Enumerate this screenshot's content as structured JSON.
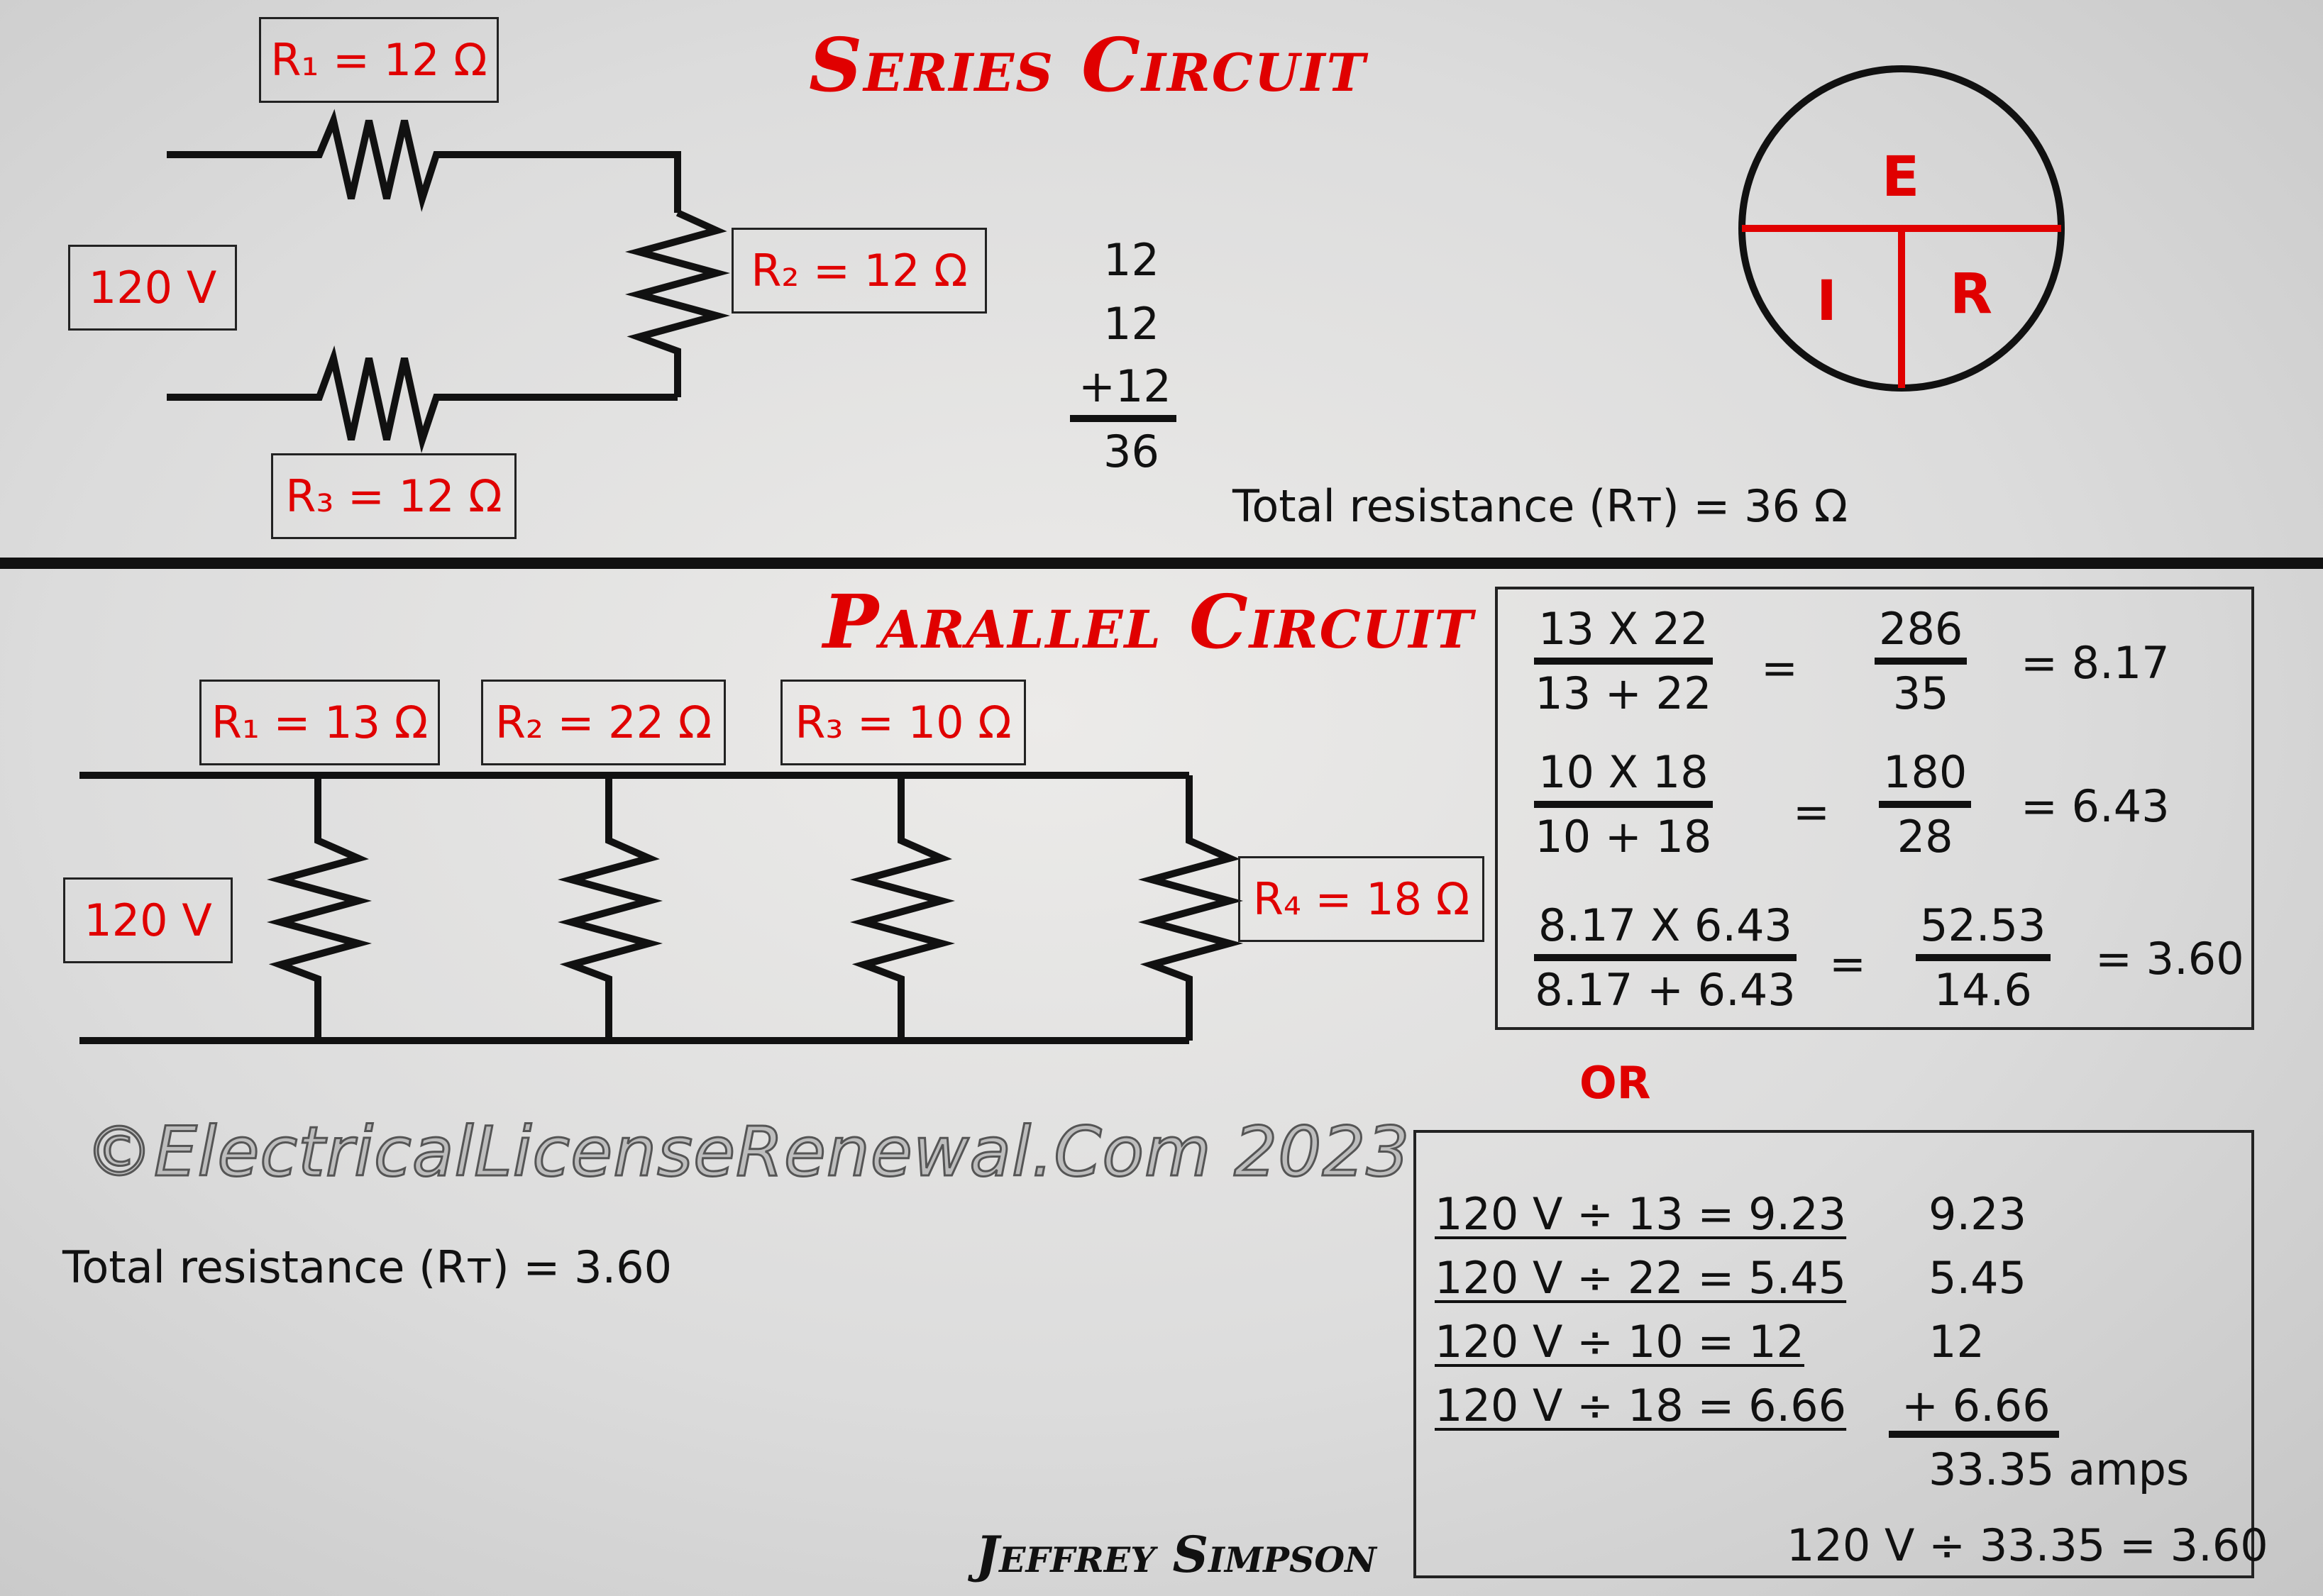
{
  "series": {
    "title": "Series Circuit",
    "source_label": "120 V",
    "r1_label": "R₁ = 12 Ω",
    "r2_label": "R₂ = 12 Ω",
    "r3_label": "R₃ = 12 Ω",
    "sum_line1": "12",
    "sum_line2": "12",
    "sum_line3": "+12",
    "sum_result": "36",
    "total": "Total resistance (Rт) = 36 Ω"
  },
  "ohms_wheel": {
    "top": "E",
    "left": "I",
    "right": "R"
  },
  "parallel": {
    "title": "Parallel Circuit",
    "source_label": "120 V",
    "r1_label": "R₁ = 13 Ω",
    "r2_label": "R₂ = 22 Ω",
    "r3_label": "R₃ = 10 Ω",
    "r4_label": "R₄ = 18 Ω",
    "total": "Total resistance (Rт) = 3.60"
  },
  "product_over_sum": [
    {
      "num": "13 X 22",
      "den": "13 + 22",
      "eq": "=",
      "rnum": "286",
      "rden": "35",
      "result": "= 8.17"
    },
    {
      "num": "10 X 18",
      "den": "10 + 18",
      "eq": "=",
      "rnum": "180",
      "rden": "28",
      "result": "= 6.43"
    },
    {
      "num": "8.17 X 6.43",
      "den": "8.17 + 6.43",
      "eq": "=",
      "rnum": "52.53",
      "rden": "14.6",
      "result": "= 3.60"
    }
  ],
  "or_label": "OR",
  "current_method": {
    "lines": [
      "120 V ÷ 13 = 9.23",
      "120 V ÷ 22 = 5.45",
      "120 V ÷ 10 = 12",
      "120 V ÷ 18 = 6.66"
    ],
    "column": [
      "9.23",
      "5.45",
      "12",
      "+ 6.66"
    ],
    "sum": "33.35 amps",
    "final": "120 V ÷ 33.35 = 3.60"
  },
  "watermark": "©ElectricalLicenseRenewal.Com 2023",
  "signature": "Jeffrey Simpson"
}
